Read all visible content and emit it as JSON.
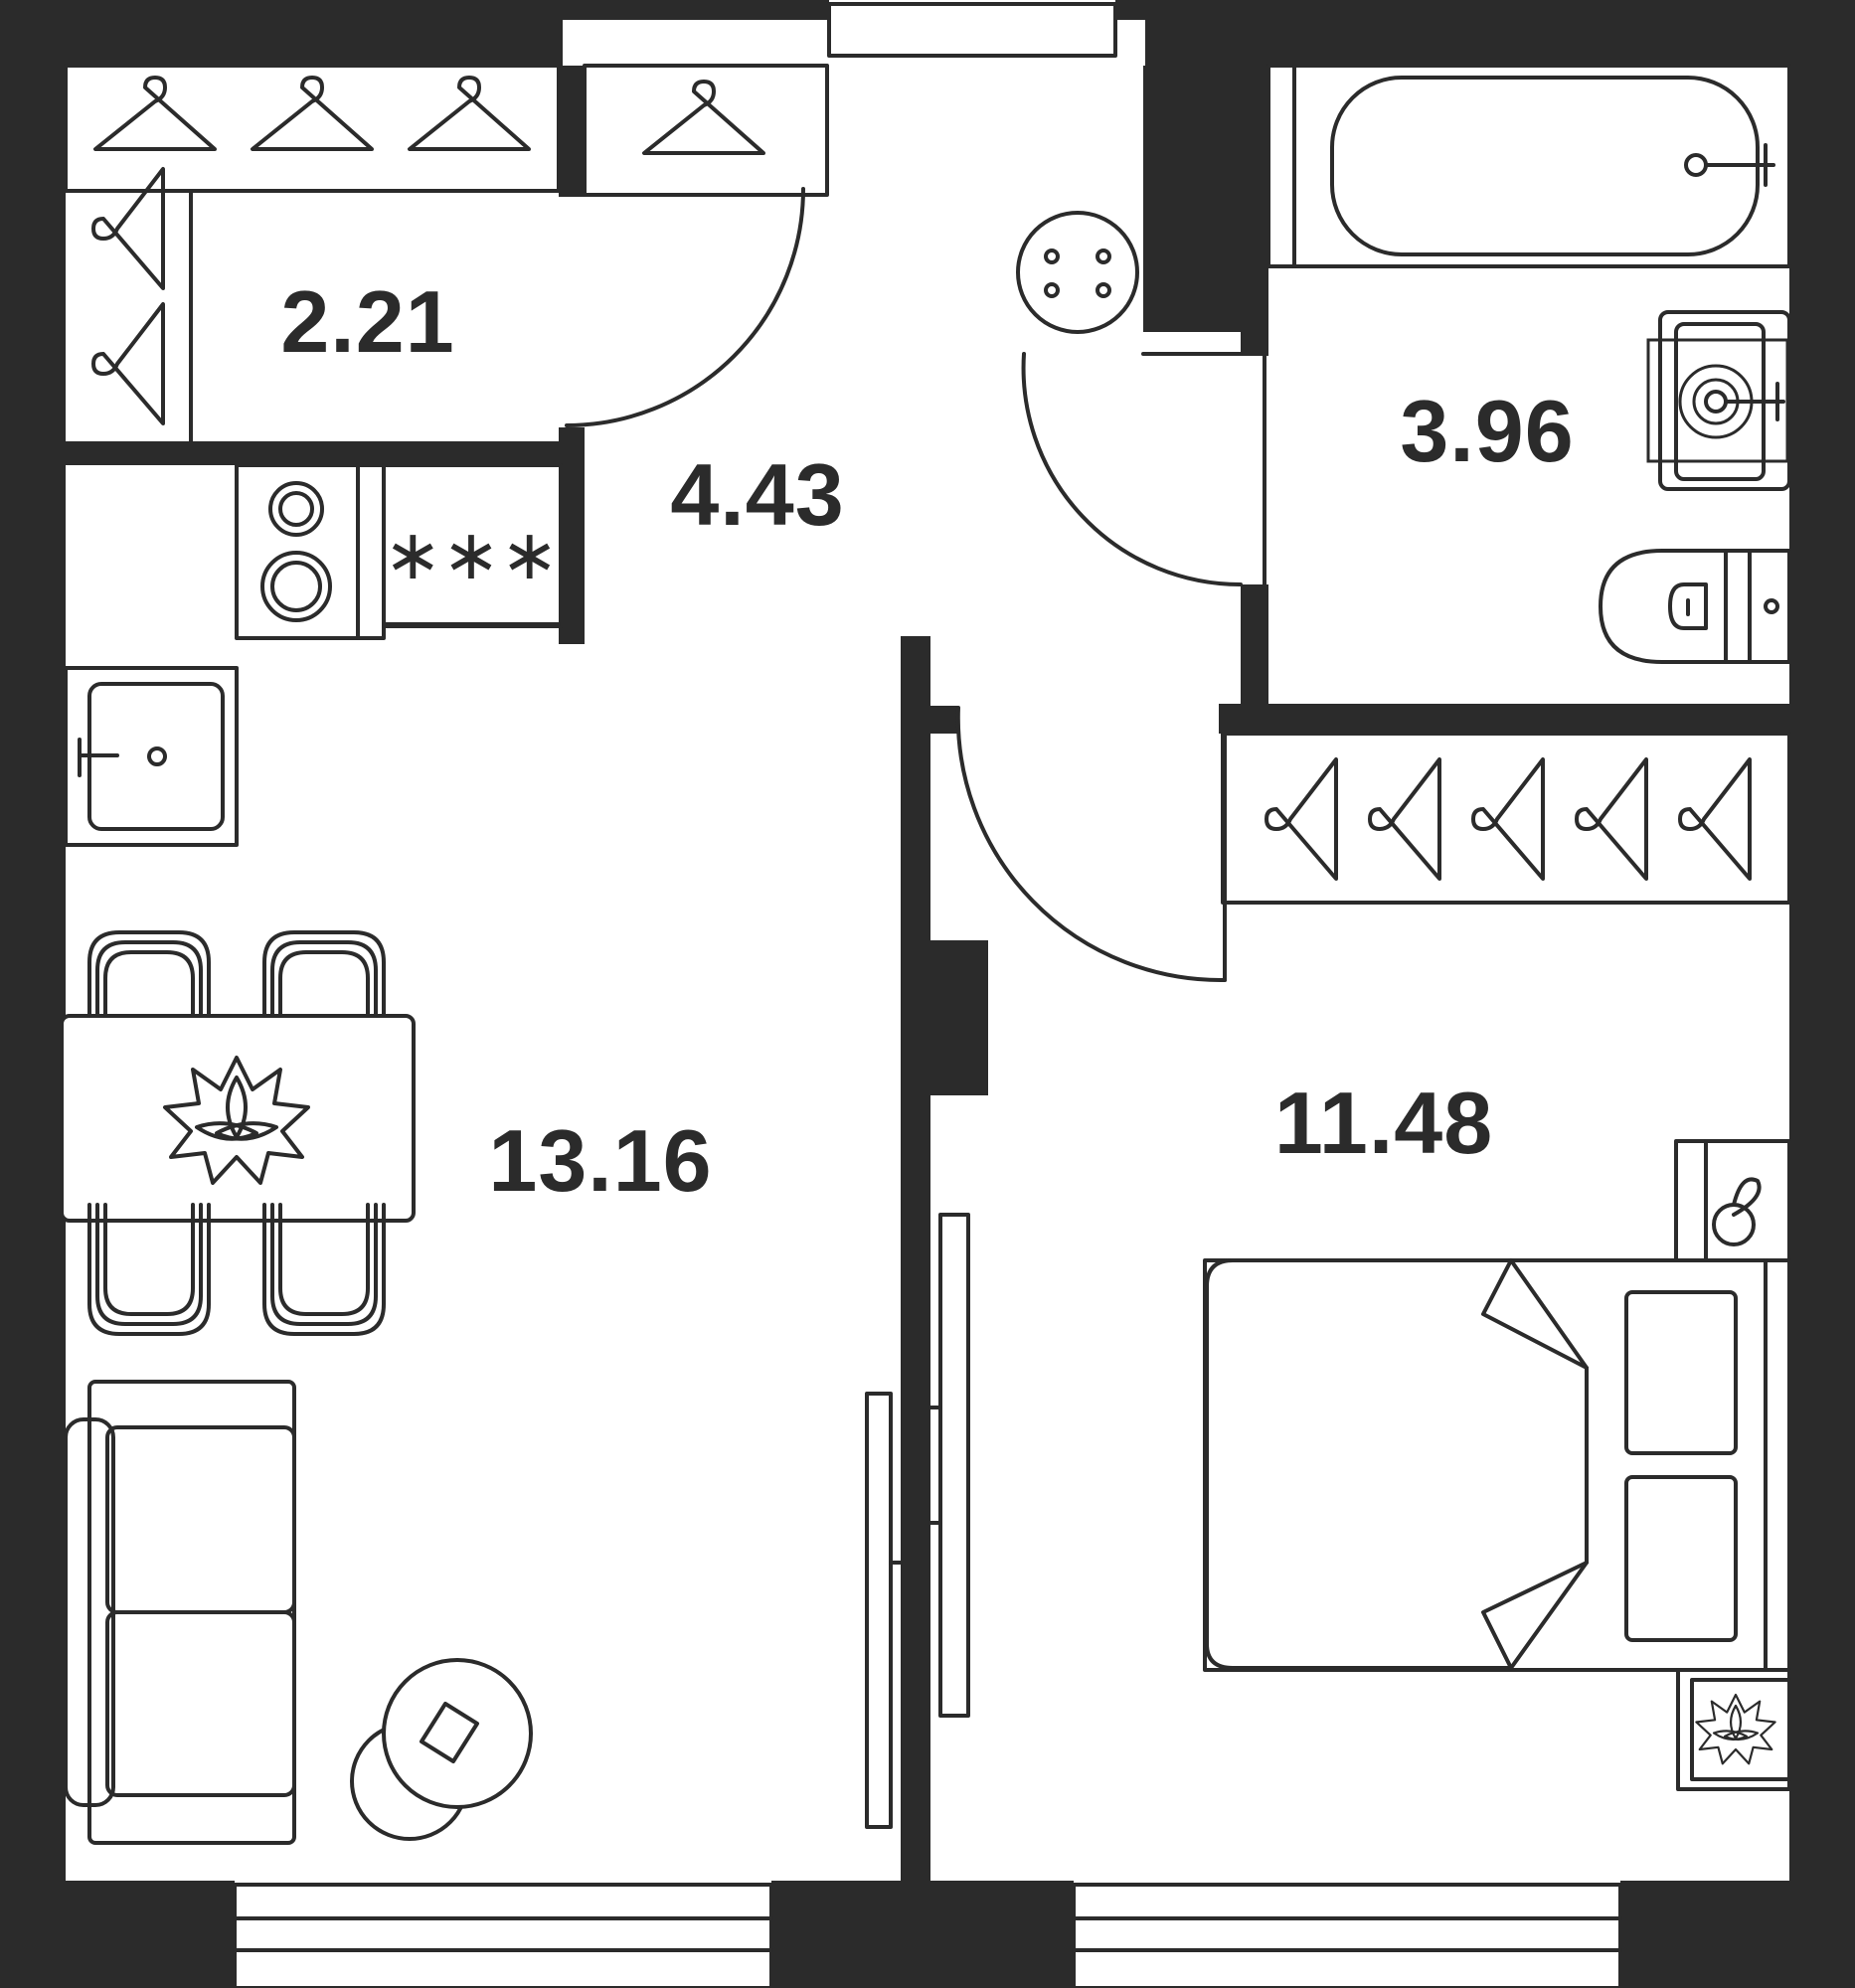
{
  "rooms": [
    {
      "id": "wardrobe",
      "area": "2.21"
    },
    {
      "id": "hallway",
      "area": "4.43"
    },
    {
      "id": "bathroom",
      "area": "3.96"
    },
    {
      "id": "kitchen-living",
      "area": "13.16"
    },
    {
      "id": "bedroom",
      "area": "11.48"
    }
  ],
  "colors": {
    "wall": "#2b2b2b",
    "floor": "#ffffff"
  },
  "icons": [
    "hanger-icon",
    "stove-icon",
    "sink-icon",
    "bathtub-icon",
    "toilet-icon",
    "bed-icon",
    "sofa-icon",
    "table-icon",
    "flower-icon",
    "washing-machine-icon",
    "lamp-icon"
  ]
}
